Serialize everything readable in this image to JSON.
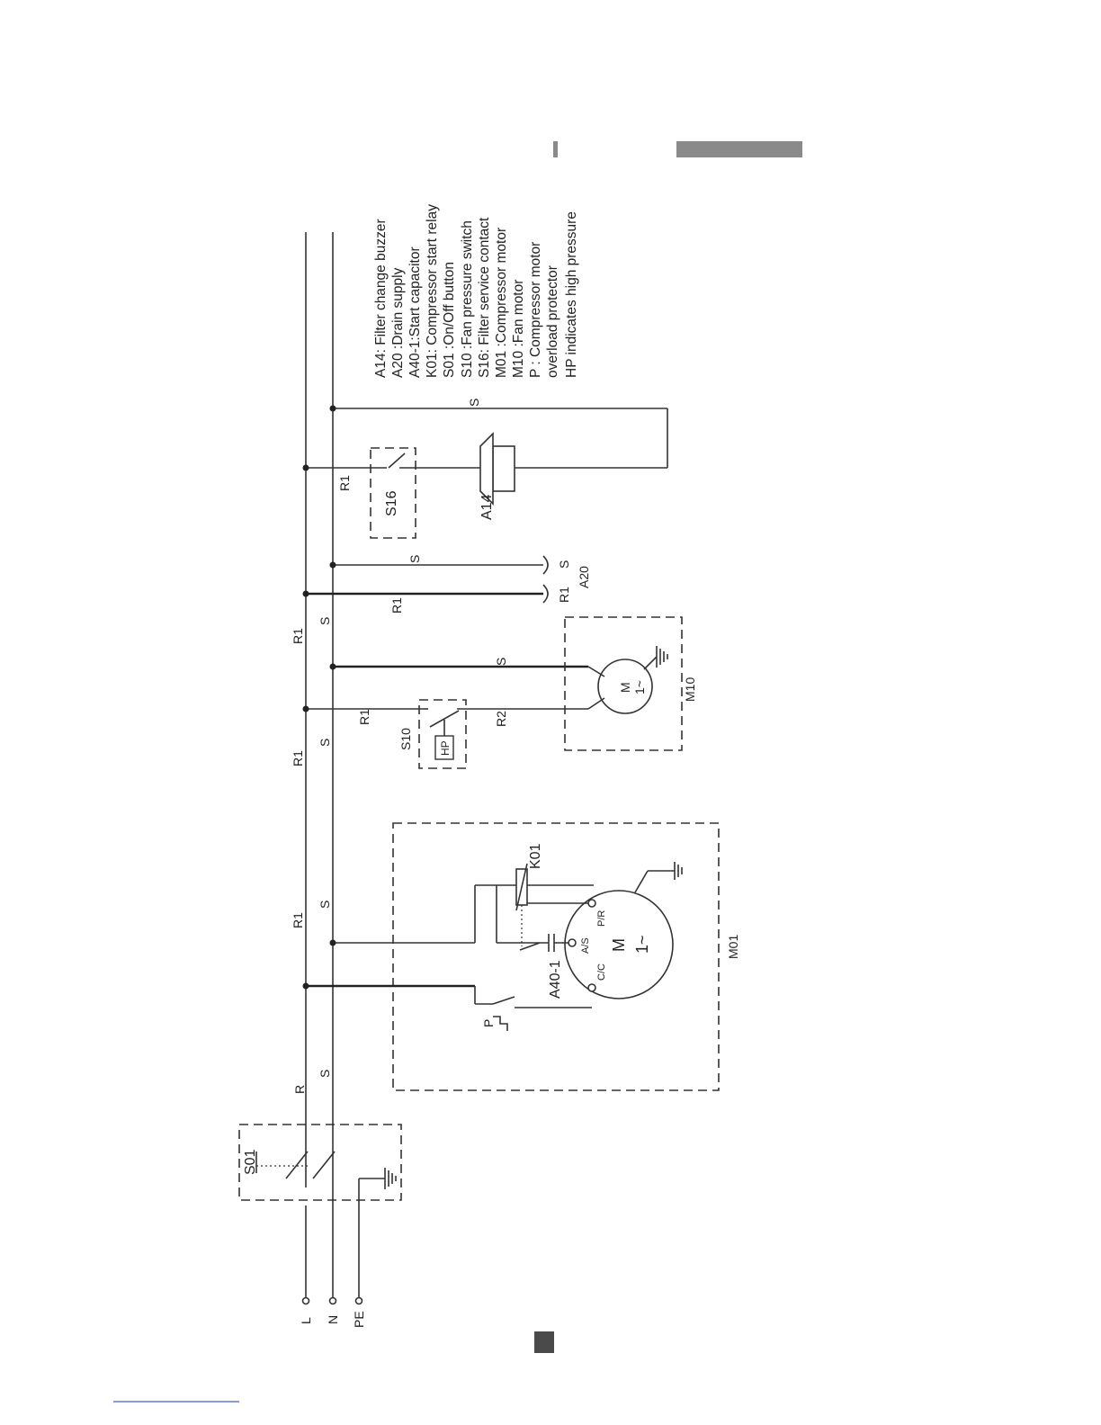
{
  "header": {
    "bar_color": "#8a8a8a",
    "marker_color": "#8a8a8a"
  },
  "footer": {
    "page_marker_color": "#4a4a4a",
    "link_color": "#3a5fcd"
  },
  "supply": {
    "terminals": [
      "L",
      "N",
      "PE"
    ]
  },
  "wire_labels": {
    "r": "R",
    "r1": "R1",
    "r2": "R2",
    "s": "S"
  },
  "components": {
    "s01": "S01",
    "s10": "S10",
    "hp": "HP",
    "s16": "S16",
    "a14": "A14",
    "a20": "A20",
    "a20_r1": "R1",
    "a20_s": "S",
    "k01": "K01",
    "a40": "A40-1",
    "p": "P",
    "m01": "M01",
    "m10": "M10",
    "motor_m": "M",
    "motor_tilde": "1~",
    "cc": "C/C",
    "as": "A/S",
    "pr": "P/R"
  },
  "legend": [
    "A14: Filter change buzzer",
    "A20 :Drain supply",
    "A40-1:Start capacitor",
    "K01: Compressor start relay",
    "S01 :On/Off button",
    "S10 :Fan pressure switch",
    "S16: Filter service contact",
    "M01 :Compressor motor",
    "M10 :Fan motor",
    "P : Compressor motor",
    "overload protector",
    "HP indicates high pressure"
  ]
}
